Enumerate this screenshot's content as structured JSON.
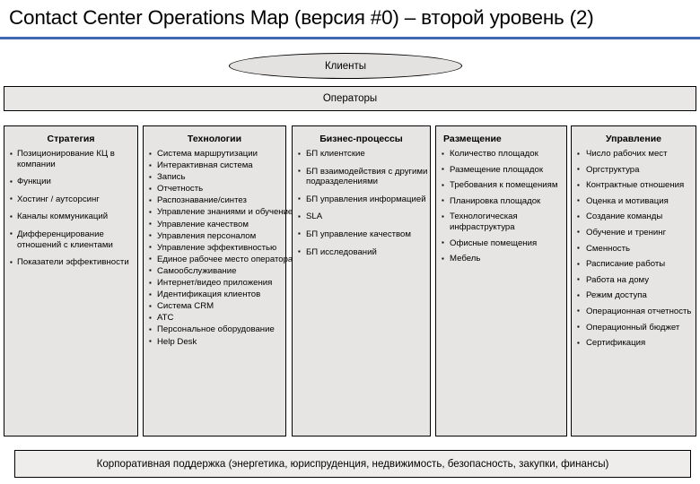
{
  "slide": {
    "title": "Contact Center Operations Map (версия #0) – второй уровень (2)",
    "accent_color": "#4169B3",
    "box_fill": "#E7E5E3",
    "border_color": "#000000"
  },
  "clients_node": {
    "label": "Клиенты"
  },
  "operators_bar": {
    "label": "Операторы"
  },
  "columns": [
    {
      "heading": "Стратегия",
      "items": [
        "Позиционирование КЦ в компании",
        "Функции",
        "Хостинг / аутсорсинг",
        "Каналы  коммуникаций",
        "Дифференцирование отношений с клиентами",
        "Показатели эффективности"
      ]
    },
    {
      "heading": "Технологии",
      "items": [
        "Система маршрутизации",
        "Интерактивная система",
        "Запись",
        "Отчетность",
        "Распознавание/синтез",
        "Управление знаниями и обучение",
        "Управление качеством",
        "Управления персоналом",
        "Управление эффективностью",
        "Единое рабочее место оператора",
        "Самообслуживание",
        " Интернет/видео приложения",
        "Идентификация клиентов",
        "Система CRM",
        "АТС",
        "Персональное оборудование",
        "Help Desk"
      ]
    },
    {
      "heading": "Бизнес-процессы",
      "items": [
        "БП клиентские",
        "БП взаимодействия с другими подразделениями",
        "БП управления информацией",
        "SLA",
        "БП управление качеством",
        " БП исследований"
      ]
    },
    {
      "heading": "Размещение",
      "items": [
        "Количество  площадок",
        " Размещение площадок",
        " Требования к  помещениям",
        "Планировка площадок",
        "Технологическая инфраструктура",
        "Офисные помещения",
        " Мебель"
      ]
    },
    {
      "heading": "Управление",
      "items": [
        "Число рабочих мест",
        "Оргструктура",
        "Контрактные отношения",
        "Оценка и мотивация",
        "Создание команды",
        "Обучение и тренинг",
        "Сменность",
        "Расписание работы",
        "Работа на дому",
        "Режим доступа",
        "Операционная отчетность",
        "Операционный  бюджет",
        "Сертификация"
      ]
    }
  ],
  "bottom_bar": {
    "label": "Корпоративная поддержка (энергетика, юриспруденция, недвижимость, безопасность, закупки,  финансы)"
  }
}
